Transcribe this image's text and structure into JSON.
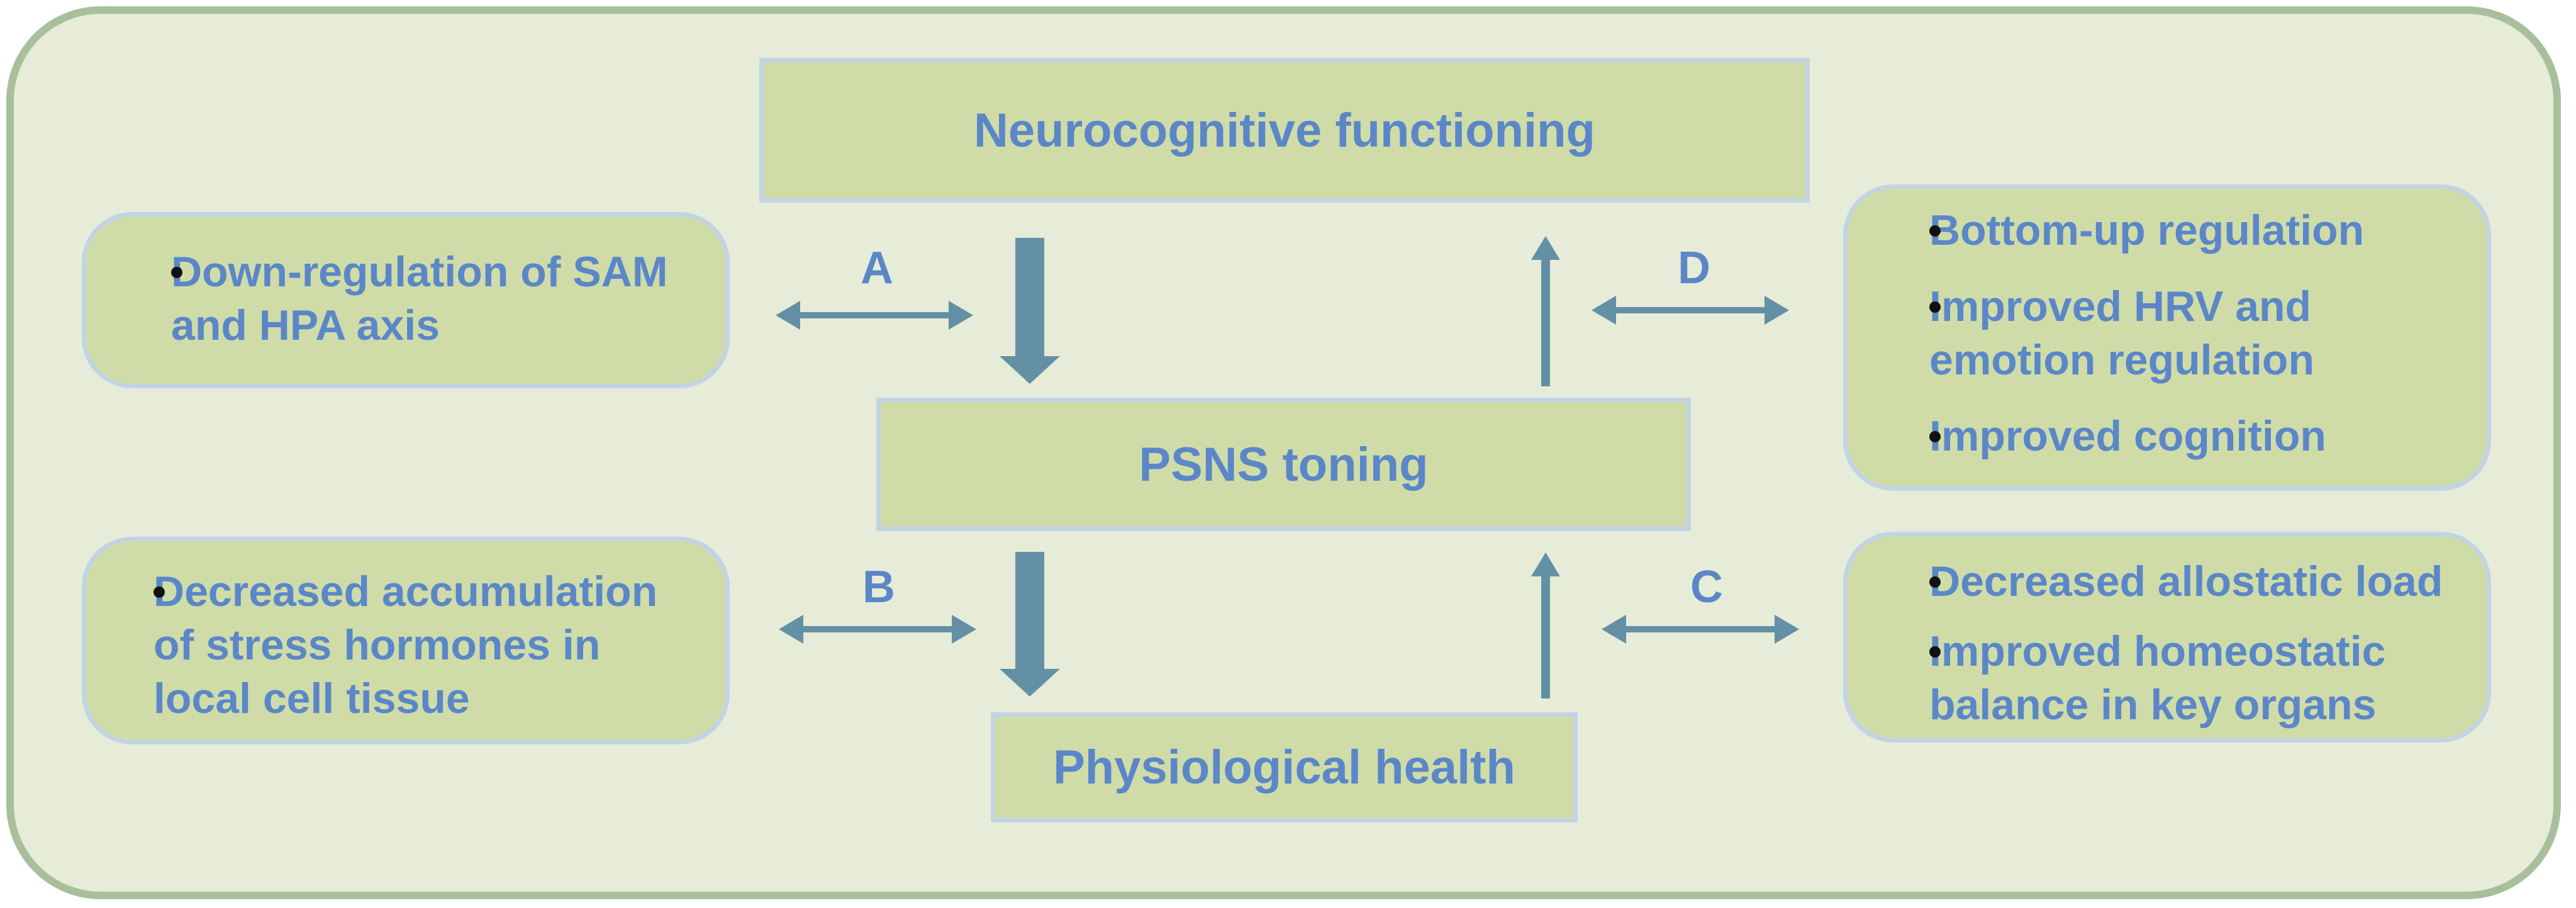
{
  "colors": {
    "background": "#e6ecd7",
    "frame_border": "#a9bf9c",
    "box_fill": "#cfdca8",
    "box_border": "#c3d3e6",
    "text": "#5b87c8",
    "arrow": "#6490a6"
  },
  "center": {
    "top_box": "Neurocognitive functioning",
    "middle_box": "PSNS toning",
    "bottom_box": "Physiological health"
  },
  "labels": {
    "a": "A",
    "b": "B",
    "c": "C",
    "d": "D"
  },
  "left_top": {
    "items": [
      "Down-regulation of SAM and HPA axis"
    ]
  },
  "left_bottom": {
    "items": [
      "Decreased accumulation of stress hormones in local cell tissue"
    ]
  },
  "right_top": {
    "items": [
      "Bottom-up regulation",
      "Improved HRV and emotion regulation",
      "Improved cognition"
    ]
  },
  "right_bottom": {
    "items": [
      "Decreased allostatic load",
      "Improved homeostatic balance in key organs"
    ]
  }
}
